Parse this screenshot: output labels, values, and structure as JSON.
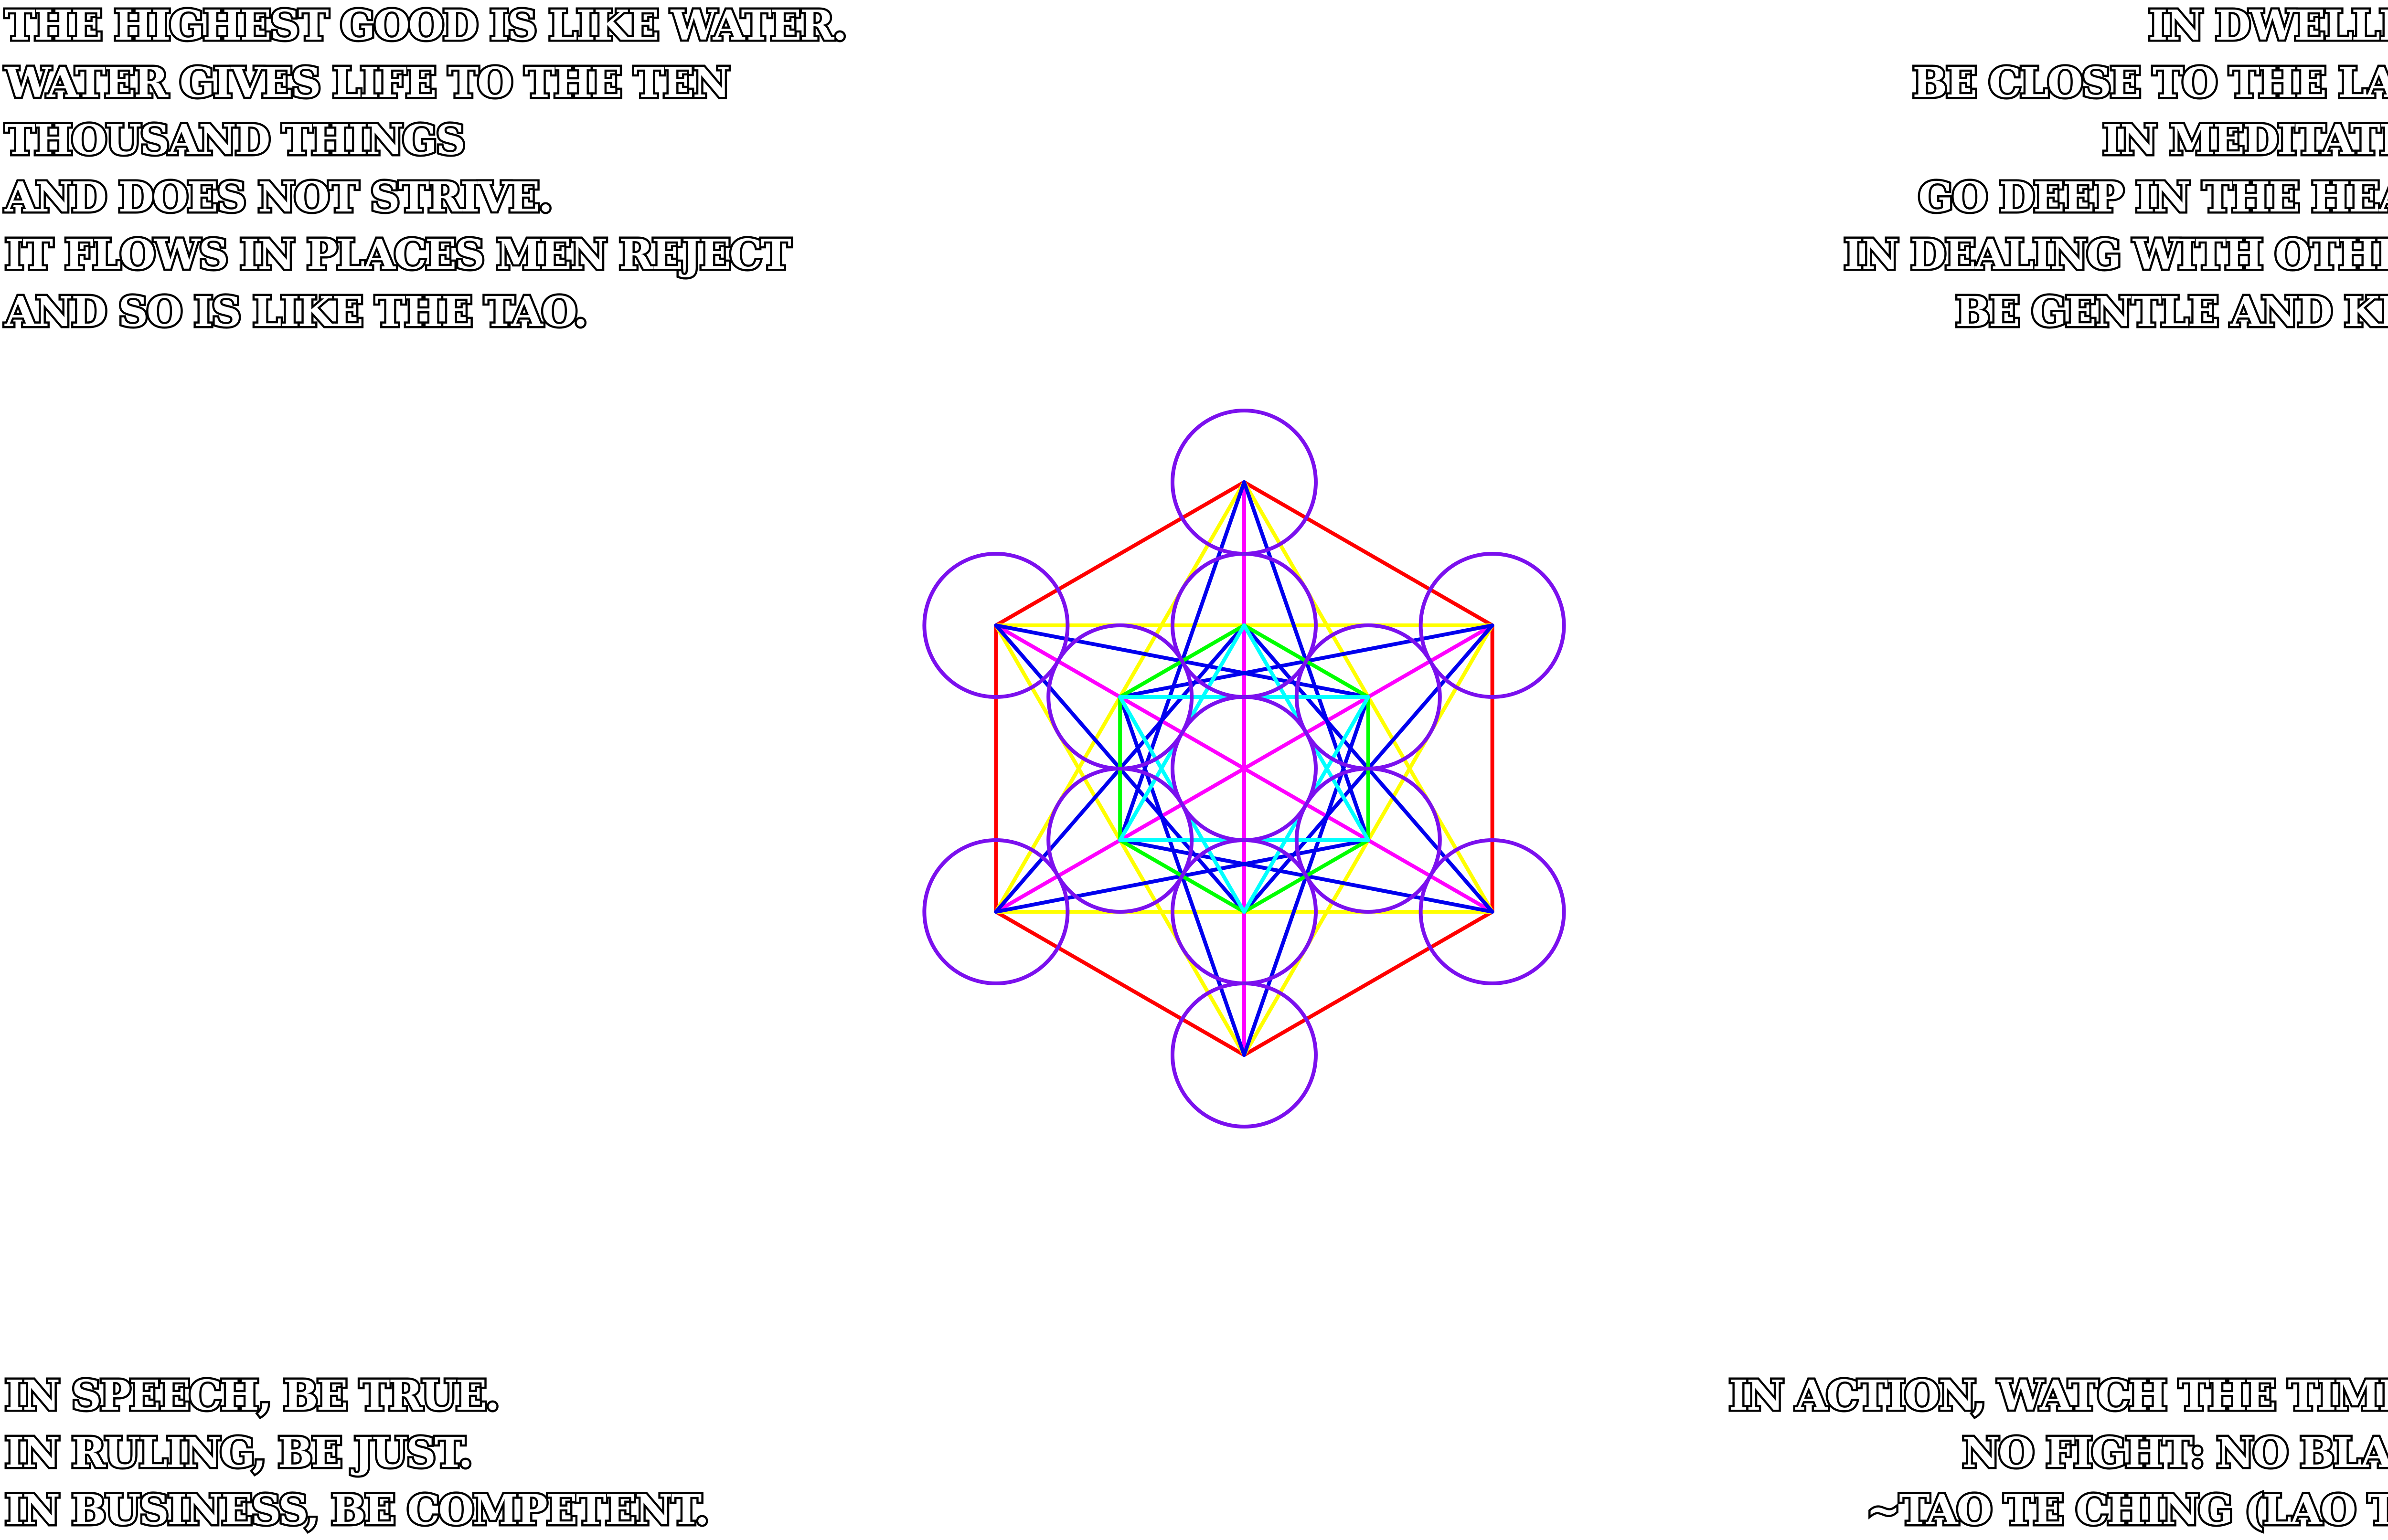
{
  "figure": {
    "circle_color": "#7b10ee",
    "edge_colors": {
      "outer_hexagon": "#ff0000",
      "outer_star": "#ffff00",
      "spokes": "#ff00ff",
      "long_diagonals": "#0000ee",
      "inner_hexagon": "#00ff00",
      "inner_star": "#00ffff"
    }
  },
  "quotes": {
    "top_left": [
      "THE HIGHEST GOOD IS LIKE WATER.",
      "WATER GIVES LIFE TO THE TEN",
      "THOUSAND THINGS",
      "AND DOES NOT STRIVE.",
      "IT FLOWS IN PLACES MEN REJECT",
      "AND SO IS LIKE THE TAO."
    ],
    "top_right": [
      "IN DWELLING,",
      "BE CLOSE TO THE LAND.",
      "IN MEDITATION,",
      "GO DEEP IN THE HEART.",
      "IN DEALING WITH OTHERS,",
      "BE GENTLE AND KIND."
    ],
    "bottom_left": [
      "IN SPEECH, BE TRUE.",
      "IN RULING, BE JUST.",
      "IN BUSINESS, BE COMPETENT."
    ],
    "bottom_right": [
      "IN ACTION, WATCH THE TIMING.",
      "NO FIGHT: NO BLAME.",
      "~TAO TE CHING (LAO TZU)"
    ]
  }
}
